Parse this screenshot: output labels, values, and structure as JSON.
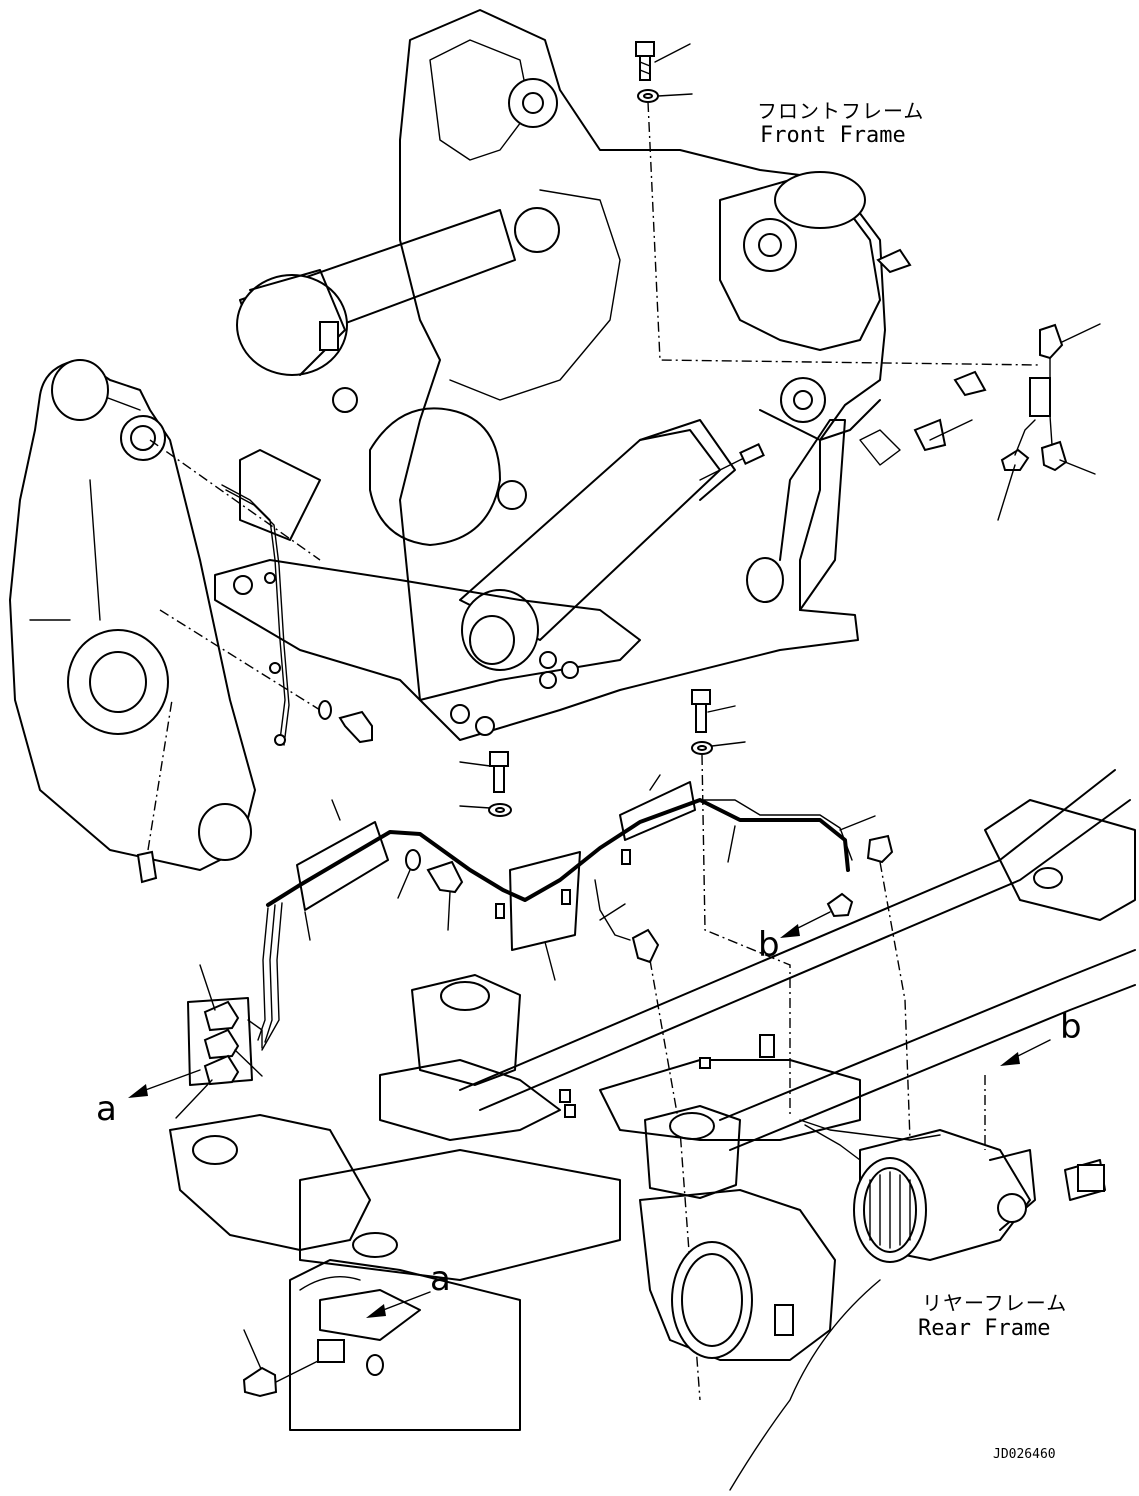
{
  "labels": {
    "front_frame_jp": "フロントフレーム",
    "front_frame_en": "Front Frame",
    "rear_frame_jp": "リヤーフレーム",
    "rear_frame_en": "Rear Frame",
    "ref_a": "a",
    "ref_b": "b",
    "drawing_code": "JD026460"
  }
}
